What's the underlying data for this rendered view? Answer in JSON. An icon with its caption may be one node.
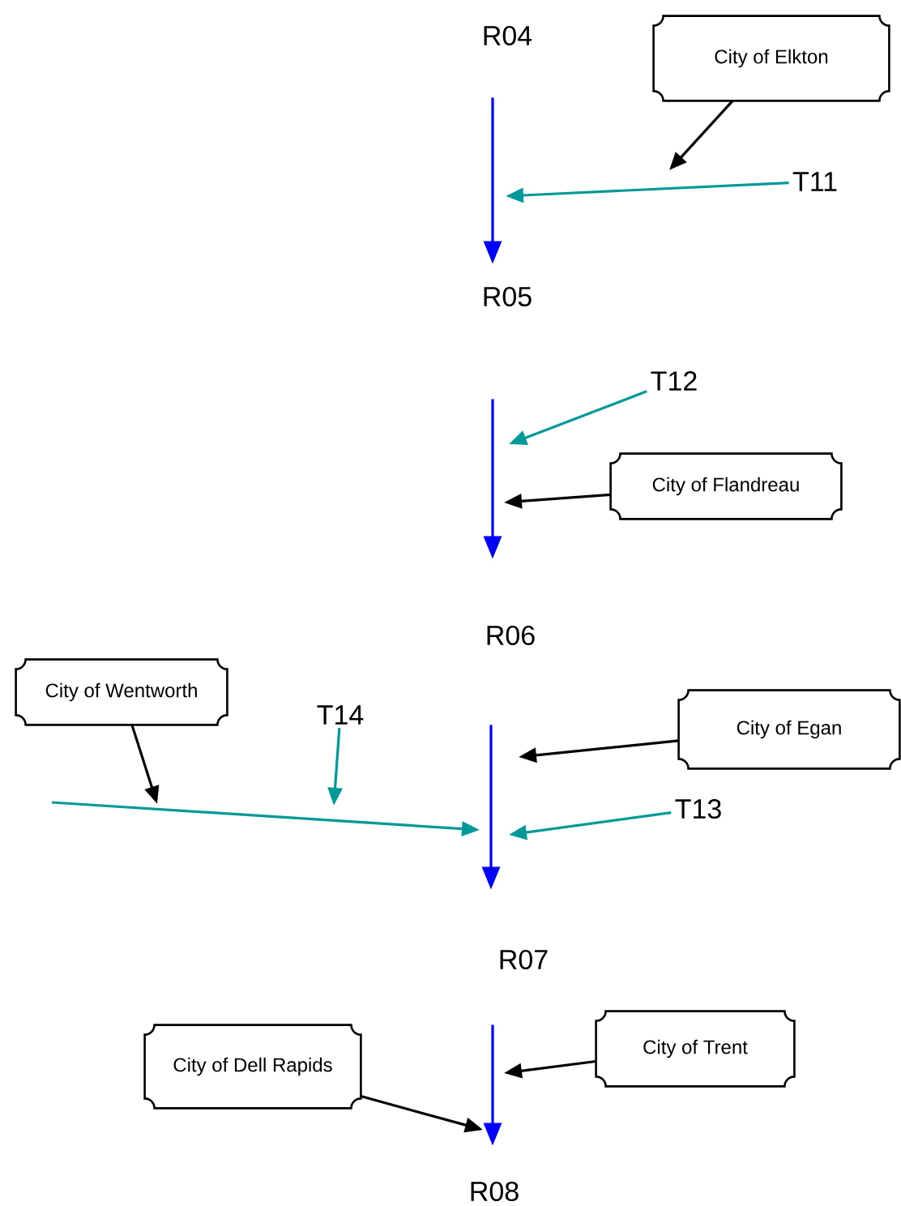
{
  "diagram": {
    "nodes": [
      {
        "text": [
          "R04"
        ]
      },
      {
        "text": [
          "R05"
        ]
      },
      {
        "text": [
          "T11"
        ]
      },
      {
        "text": [
          "City of Elkton"
        ]
      },
      {
        "text": [
          "T12"
        ]
      },
      {
        "text": [
          "City of Flandreau"
        ]
      },
      {
        "text": [
          "R06"
        ]
      },
      {
        "text": [
          "City of Wentworth"
        ]
      },
      {
        "text": [
          "T14"
        ]
      },
      {
        "text": [
          "City of Egan"
        ]
      },
      {
        "text": [
          "T13"
        ]
      },
      {
        "text": [
          "R07"
        ]
      },
      {
        "text": [
          "City of Trent"
        ]
      },
      {
        "text": [
          "City of Dell Rapids"
        ]
      },
      {
        "text": [
          "R08"
        ]
      }
    ],
    "edges": [
      {
        "from": 0,
        "to": 1,
        "arrow": "to",
        "color": "#0000ff"
      },
      {
        "from": 1,
        "to": 6,
        "arrow": "to",
        "color": "#0000ff"
      },
      {
        "from": 6,
        "to": 11,
        "arrow": "to",
        "color": "#0000ff"
      },
      {
        "from": 11,
        "to": 14,
        "arrow": "to",
        "color": "#0000ff"
      },
      {
        "from": 3,
        "to": null,
        "arrow": "to"
      },
      {
        "from": 2,
        "to": null,
        "arrow": "to",
        "color": "#009999"
      },
      {
        "from": 4,
        "to": null,
        "arrow": "to",
        "color": "#009999"
      },
      {
        "from": 5,
        "to": null,
        "arrow": "to"
      },
      {
        "from": 7,
        "to": null,
        "arrow": "to"
      },
      {
        "from": 8,
        "to": null,
        "arrow": "to",
        "color": "#009999"
      },
      {
        "from": 9,
        "to": null,
        "arrow": "to"
      },
      {
        "from": 10,
        "to": null,
        "arrow": "to",
        "color": "#009999"
      },
      {
        "from": 12,
        "to": null,
        "arrow": "to"
      },
      {
        "from": 13,
        "to": null,
        "arrow": "to"
      }
    ]
  }
}
